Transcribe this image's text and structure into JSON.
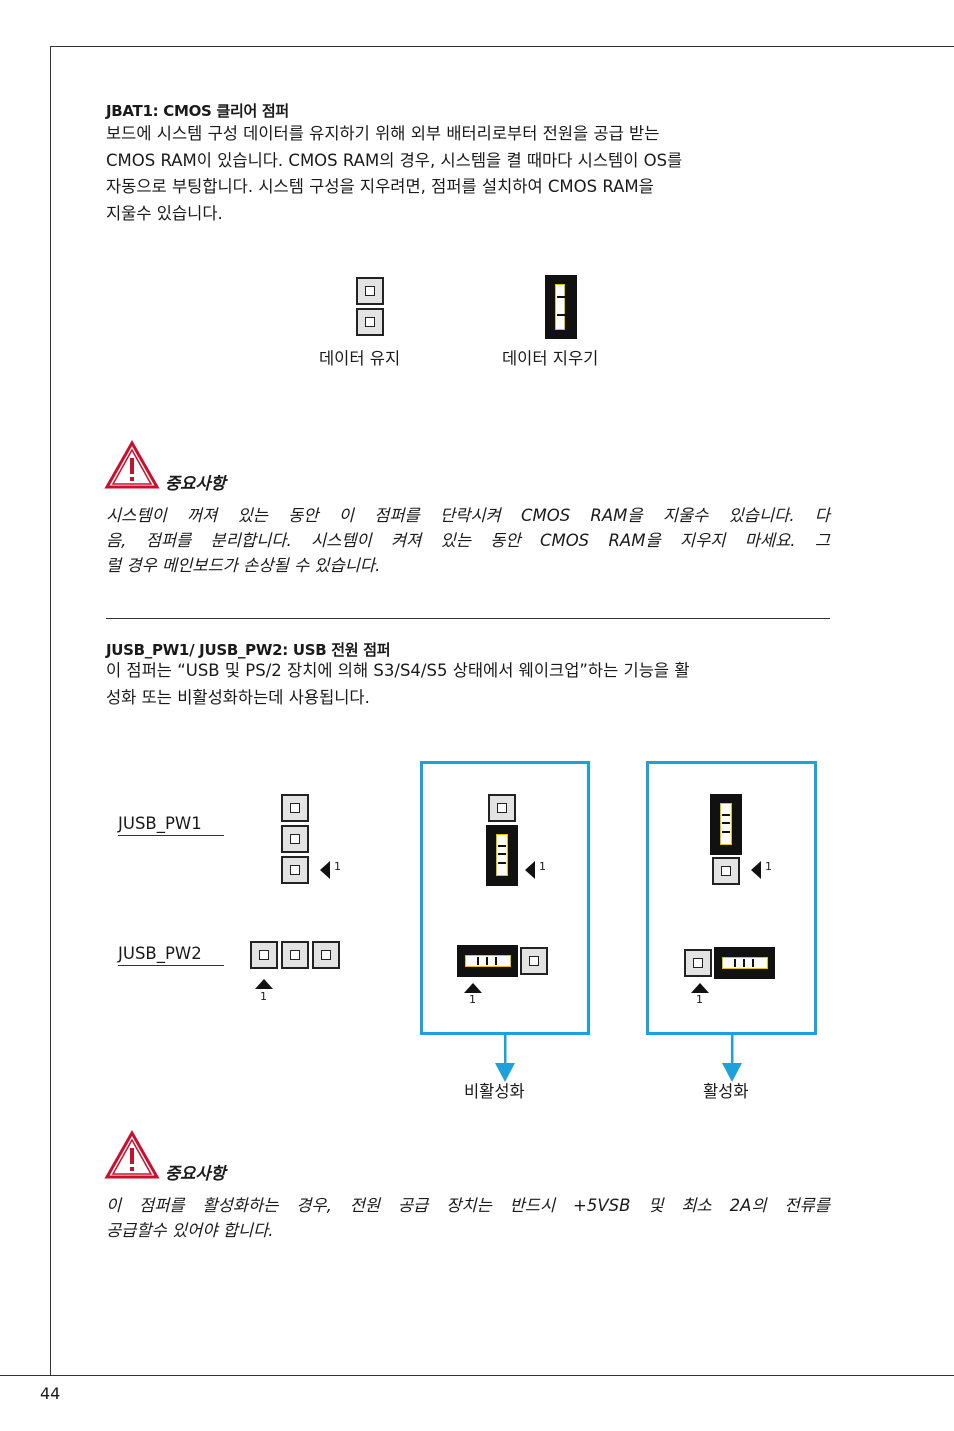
{
  "page_number": "44",
  "section1": {
    "heading": "JBAT1: CMOS 클리어 점퍼",
    "body_lines": [
      "보드에 시스템 구성 데이터를 유지하기 위해 외부 배터리로부터 전원을 공급 받는",
      "CMOS RAM이 있습니다. CMOS RAM의 경우, 시스템을 켤 때마다 시스템이 OS를",
      "자동으로 부팅합니다. 시스템 구성을 지우려면, 점퍼를 설치하여 CMOS RAM을",
      "지울수 있습니다."
    ],
    "diagram": {
      "keep_label": "데이터 유지",
      "clear_label": "데이터 지우기"
    },
    "note_title": "중요사항",
    "note_lines": [
      "시스템이 꺼져 있는 동안 이 점퍼를 단락시켜 CMOS RAM을 지울수 있습니다. 다",
      "음, 점퍼를 분리합니다. 시스템이 켜져 있는 동안 CMOS RAM을 지우지 마세요. 그",
      "럴 경우 메인보드가 손상될 수 있습니다."
    ]
  },
  "section2": {
    "heading": "JUSB_PW1/ JUSB_PW2: USB 전원 점퍼",
    "body_lines": [
      "이 점퍼는 “USB 및 PS/2 장치에 의해 S3/S4/S5 상태에서 웨이크업”하는 기능을 활",
      "성화 또는 비활성화하는데 사용됩니다."
    ],
    "diagram": {
      "pw1_label": "JUSB_PW1",
      "pw2_label": "JUSB_PW2",
      "pin1_marker": "1",
      "disable_label": "비활성화",
      "enable_label": "활성화"
    },
    "note_title": "중요사항",
    "note_lines": [
      "이 점퍼를 활성화하는 경우, 전원 공급 장치는 반드시 +5VSB 및 최소 2A의 전류를",
      "공급할수 있어야 합니다."
    ]
  },
  "colors": {
    "accent_blue": "#1da1dc",
    "warning_red": "#c8102e",
    "jumper_cap": "#111111"
  }
}
